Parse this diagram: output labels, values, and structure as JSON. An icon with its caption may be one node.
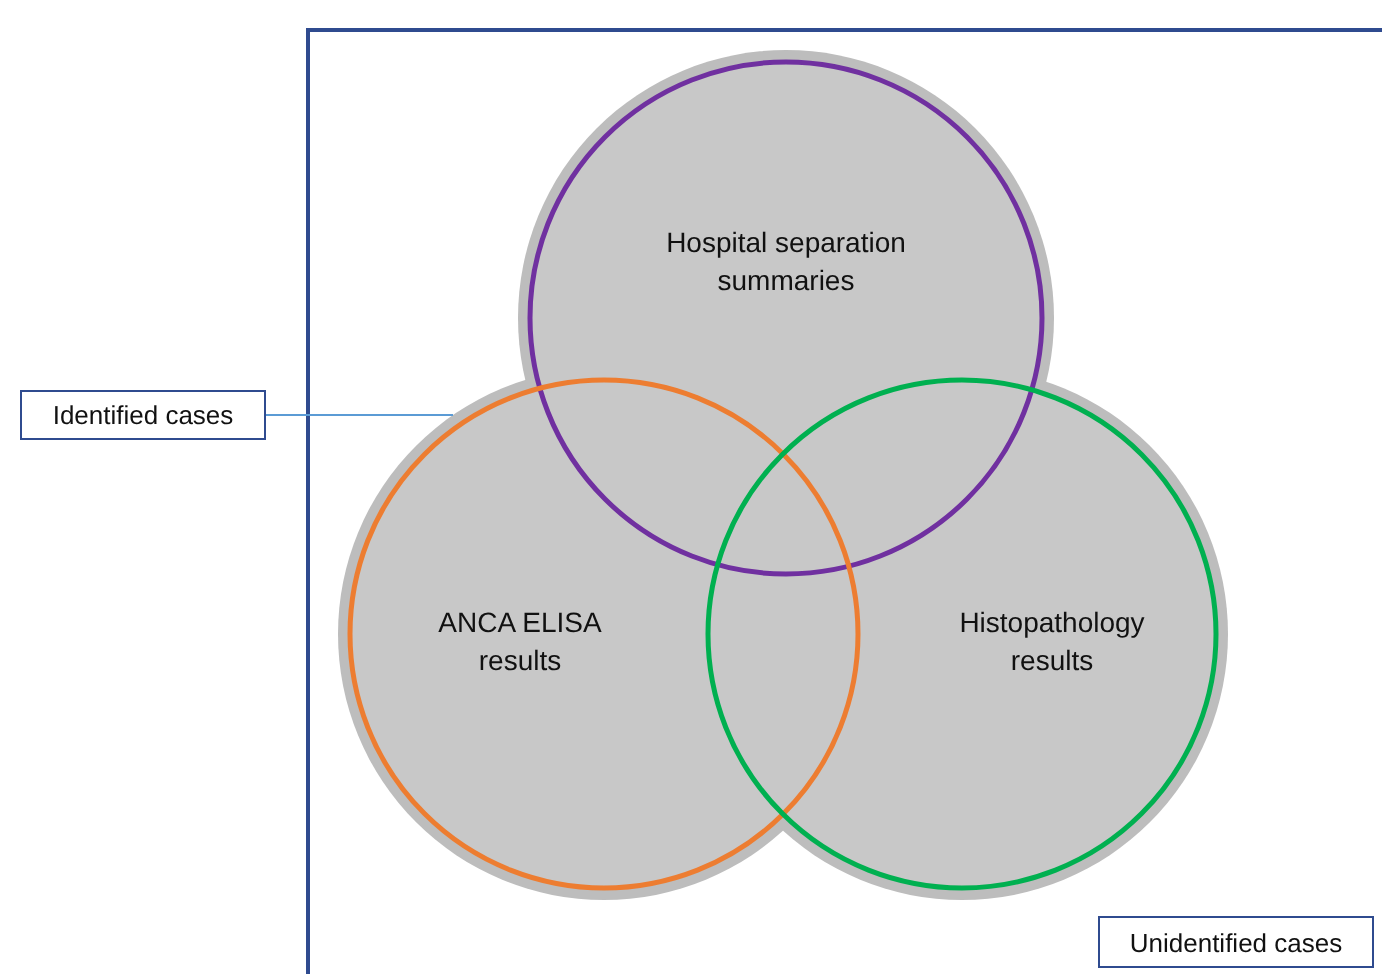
{
  "diagram": {
    "nodes": [
      {
        "text": [
          "Identified cases"
        ]
      },
      {
        "text": [],
        "shape": "cloud"
      },
      {
        "text": [
          "Hospital separation summaries"
        ],
        "in": 1
      },
      {
        "text": [
          "ANCA ELISA results"
        ],
        "in": 1
      },
      {
        "text": [
          "Histopathology results"
        ],
        "in": 1
      },
      {
        "text": [
          "Unidentified cases"
        ]
      }
    ],
    "edges": [
      {
        "from": 0,
        "to": 1,
        "arrow": "none"
      }
    ]
  }
}
